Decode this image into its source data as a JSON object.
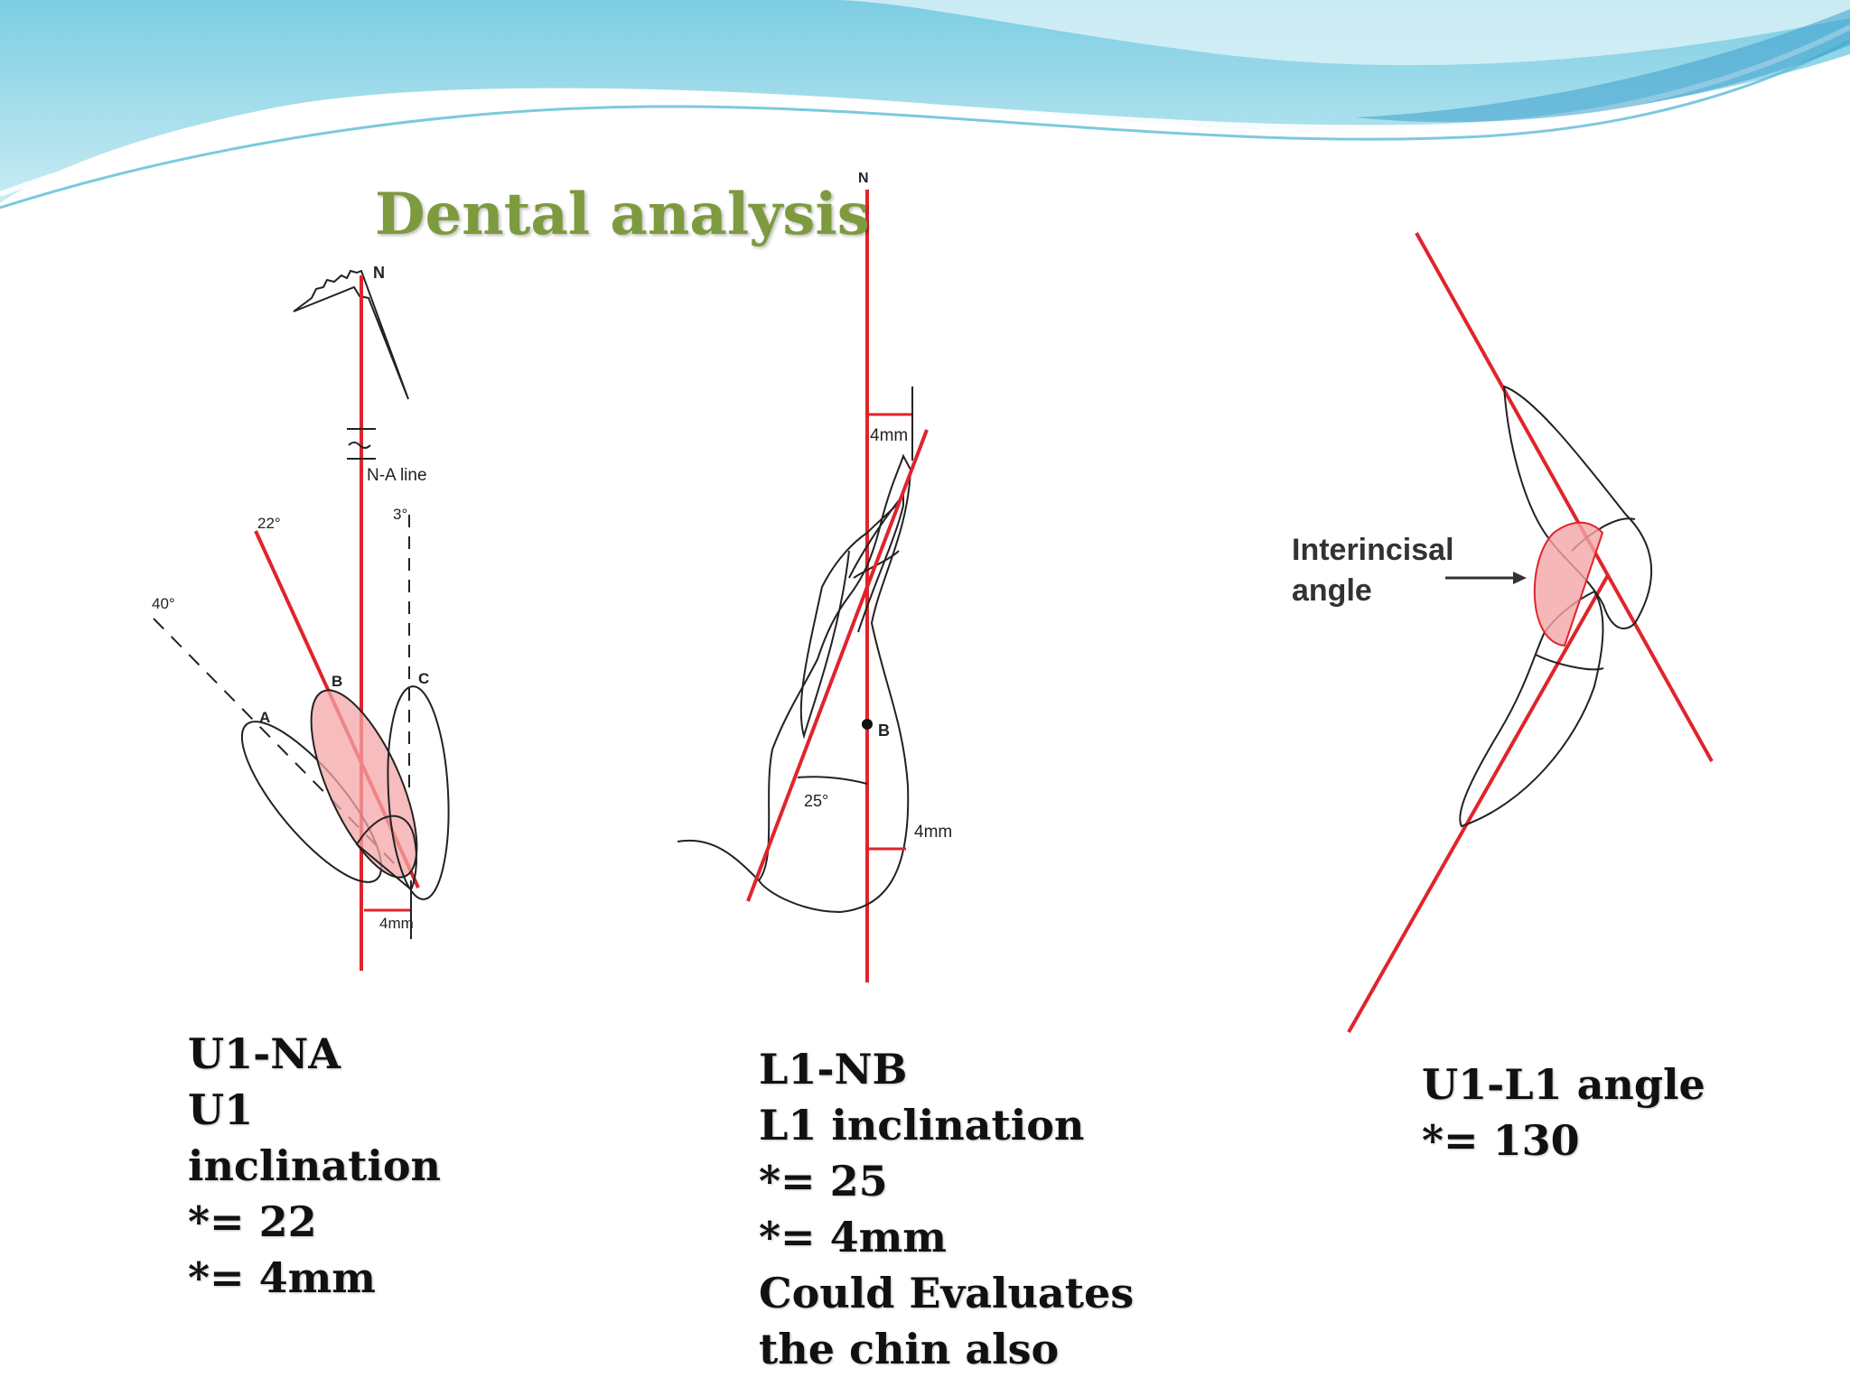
{
  "slide": {
    "title": "Dental analysis",
    "accent_color": "#7d9a3e",
    "line_color": "#e0242b",
    "fill_color": "#f4a5a7"
  },
  "figure1": {
    "labels": {
      "n": "N",
      "na_line": "N-A line",
      "deg22": "22°",
      "deg3": "3°",
      "deg40": "40°",
      "a": "A",
      "b": "B",
      "c": "C",
      "mm4": "4mm"
    },
    "caption": [
      "U1-NA",
      "U1",
      "inclination",
      "*= 22",
      "*= 4mm"
    ]
  },
  "figure2": {
    "labels": {
      "n": "N",
      "mm4_top": "4mm",
      "b": "B",
      "deg25": "25°",
      "mm4_bottom": "4mm"
    },
    "caption": [
      "L1-NB",
      "L1 inclination",
      "*= 25",
      "*= 4mm",
      "Could Evaluates",
      "the  chin also"
    ]
  },
  "figure3": {
    "labels": {
      "interincisal_line1": "Interincisal",
      "interincisal_line2": "angle"
    },
    "caption": [
      "U1-L1  angle",
      "*= 130"
    ]
  }
}
